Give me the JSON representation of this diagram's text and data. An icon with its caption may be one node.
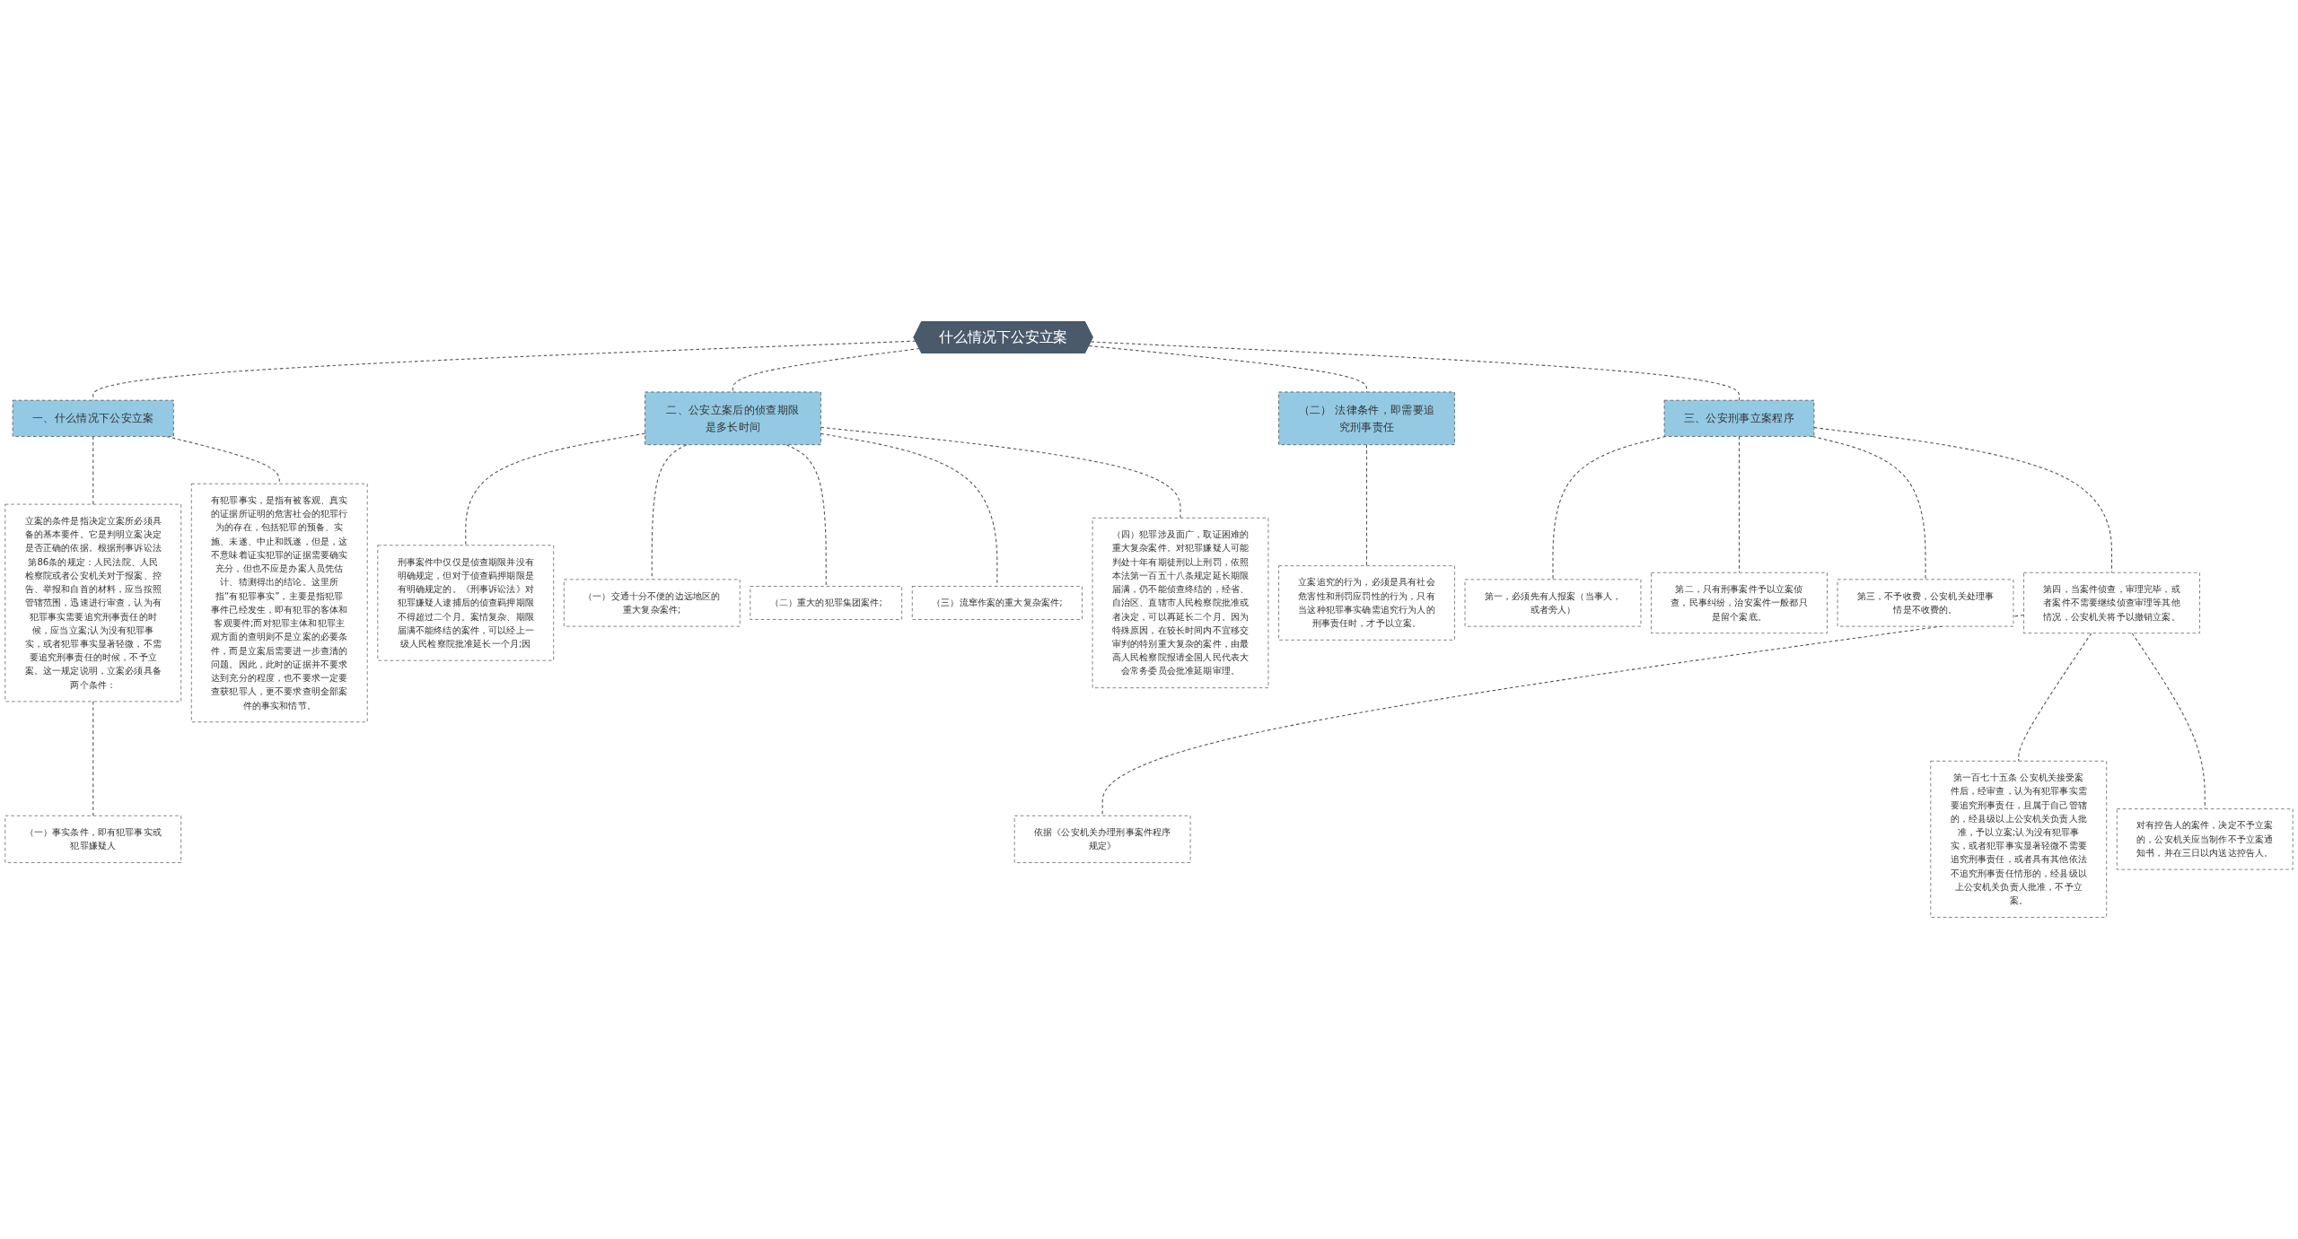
{
  "diagram": {
    "nodes": [
      {
        "text": [
          "什么情况下公安立案"
        ]
      },
      {
        "text": [
          "一、什么情况下公安立案"
        ]
      },
      {
        "text": [
          "立案的条件是指决定立案所必须具备的基本要件。它是判明立案决定是否正确的依据。根据刑事诉讼法第86条的规定：人民法院、人民检察院或者公安机关对于报案、控告、举报和自首的材料，应当按照管辖范围，迅速进行审查，认为有犯罪事实需要追究刑事责任的时候，应当立案;认为没有犯罪事实，或者犯罪事实显著轻微，不需要追究刑事责任的时候，不予立案。这一规定说明，立案必须具备两个条件："
        ]
      },
      {
        "text": [
          "（一）事实条件，即有犯罪事实或犯罪嫌疑人"
        ]
      },
      {
        "text": [
          "有犯罪事实，是指有被客观、真实的证据所证明的危害社会的犯罪行为的存在，包括犯罪的预备、实施、未遂、中止和既遂，但是，这不意味着证实犯罪的证据需要确实充分，但也不应是办案人员凭估计、猜测得出的结论。这里所指“有犯罪事实”，主要是指犯罪事件已经发生，即有犯罪的客体和客观要件;而对犯罪主体和犯罪主观方面的查明则不是立案的必要条件，而是立案后需要进一步查清的问题。因此，此时的证据并不要求达到充分的程度，也不要求一定要查获犯罪人，更不要求查明全部案件的事实和情节。"
        ]
      },
      {
        "text": [
          "二、公安立案后的侦查期限是多长时间"
        ]
      },
      {
        "text": [
          "刑事案件中仅仅是侦查期限并没有明确规定，但对于侦查羁押期限是有明确规定的。《刑事诉讼法》对犯罪嫌疑人逮捕后的侦查羁押期限不得超过二个月。案情复杂、期限届满不能终结的案件，可以经上一级人民检察院批准延长一个月;因"
        ]
      },
      {
        "text": [
          "（一）交通十分不便的边远地区的重大复杂案件;"
        ]
      },
      {
        "text": [
          "（二）重大的犯罪集团案件;"
        ]
      },
      {
        "text": [
          "（三）流窜作案的重大复杂案件;"
        ]
      },
      {
        "text": [
          "（四）犯罪涉及面广，取证困难的重大复杂案件。对犯罪嫌疑人可能判处十年有期徒刑以上刑罚，依照本法第一百五十八条规定延长期限届满，仍不能侦查终结的，经省、自治区、直辖市人民检察院批准或者决定，可以再延长二个月。因为特殊原因，在较长时间内不宜移交审判的特别重大复杂的案件，由最高人民检察院报请全国人民代表大会常务委员会批准延期审理。"
        ]
      },
      {
        "text": [
          "（二） 法律条件，即需要追究刑事责任"
        ]
      },
      {
        "text": [
          "立案追究的行为，必须是具有社会危害性和刑罚应罚性的行为，只有当这种犯罪事实确需追究行为人的刑事责任时，才予以立案。"
        ]
      },
      {
        "text": [
          "三、公安刑事立案程序"
        ]
      },
      {
        "text": [
          "第一，必须先有人报案（当事人，或者旁人）"
        ]
      },
      {
        "text": [
          "第二，只有刑事案件予以立案侦查，民事纠纷，治安案件一般都只是留个案底。"
        ]
      },
      {
        "text": [
          "第三，不予收费，公安机关处理事情是不收费的。"
        ]
      },
      {
        "text": [
          "第四，当案件侦查，审理完毕，或者案件不需要继续侦查审理等其他情况，公安机关将予以撤销立案。"
        ]
      },
      {
        "text": [
          "依据《公安机关办理刑事案件程序规定》"
        ]
      },
      {
        "text": [
          "第一百七十五条 公安机关接受案件后，经审查，认为有犯罪事实需要追究刑事责任，且属于自己管辖的，经县级以上公安机关负责人批准，予以立案;认为没有犯罪事实，或者犯罪事实显著轻微不需要追究刑事责任，或者具有其他依法不追究刑事责任情形的，经县级以上公安机关负责人批准，不予立案。"
        ]
      },
      {
        "text": [
          "对有控告人的案件，决定不予立案的，公安机关应当制作不予立案通知书，并在三日以内送达控告人。"
        ]
      }
    ],
    "edges": [
      {
        "from": 0,
        "to": 1,
        "arrow": "none",
        "style": "dashed"
      },
      {
        "from": 1,
        "to": 2,
        "arrow": "none",
        "style": "dashed"
      },
      {
        "from": 2,
        "to": 3,
        "arrow": "none",
        "style": "dashed"
      },
      {
        "from": 1,
        "to": 4,
        "arrow": "none",
        "style": "dashed"
      },
      {
        "from": 0,
        "to": 5,
        "arrow": "none",
        "style": "dashed"
      },
      {
        "from": 5,
        "to": 6,
        "arrow": "none",
        "style": "dashed"
      },
      {
        "from": 5,
        "to": 7,
        "arrow": "none",
        "style": "dashed"
      },
      {
        "from": 5,
        "to": 8,
        "arrow": "none",
        "style": "dashed"
      },
      {
        "from": 5,
        "to": 9,
        "arrow": "none",
        "style": "dashed"
      },
      {
        "from": 5,
        "to": 10,
        "arrow": "none",
        "style": "dashed"
      },
      {
        "from": 0,
        "to": 11,
        "arrow": "none",
        "style": "dashed"
      },
      {
        "from": 11,
        "to": 12,
        "arrow": "none",
        "style": "dashed"
      },
      {
        "from": 0,
        "to": 13,
        "arrow": "none",
        "style": "dashed"
      },
      {
        "from": 13,
        "to": 14,
        "arrow": "none",
        "style": "dashed"
      },
      {
        "from": 13,
        "to": 15,
        "arrow": "none",
        "style": "dashed"
      },
      {
        "from": 13,
        "to": 16,
        "arrow": "none",
        "style": "dashed"
      },
      {
        "from": 13,
        "to": 17,
        "arrow": "none",
        "style": "dashed"
      },
      {
        "from": 17,
        "to": 18,
        "arrow": "none",
        "style": "dashed"
      },
      {
        "from": 17,
        "to": 19,
        "arrow": "none",
        "style": "dashed"
      },
      {
        "from": 17,
        "to": 20,
        "arrow": "none",
        "style": "dashed"
      }
    ]
  }
}
